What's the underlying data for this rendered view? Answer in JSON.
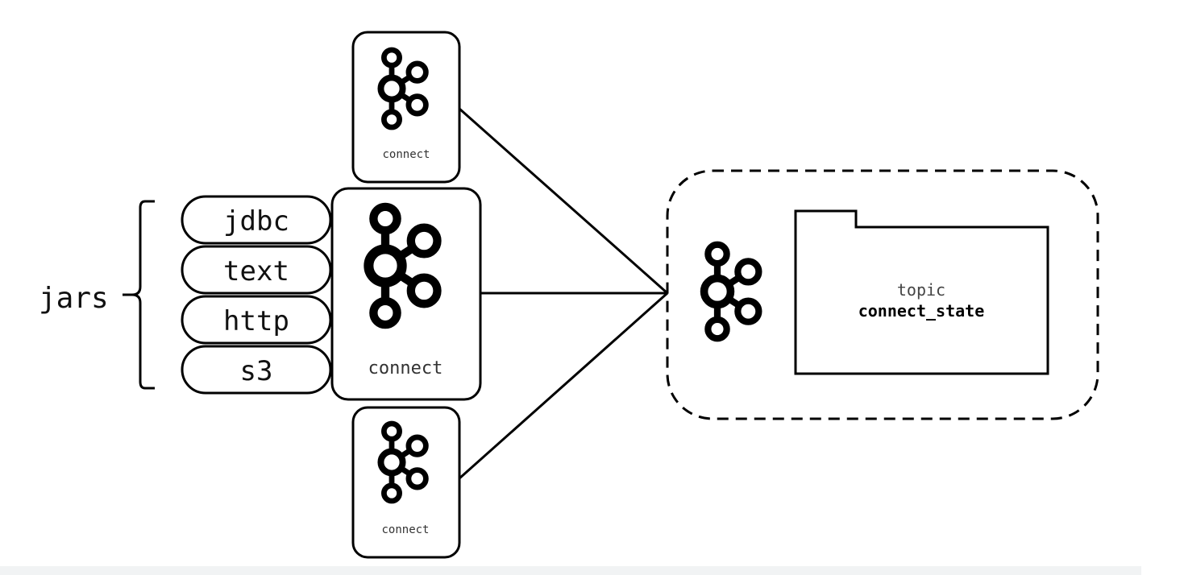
{
  "jars": {
    "label": "jars",
    "items": [
      "jdbc",
      "text",
      "http",
      "s3"
    ]
  },
  "connect_nodes": {
    "top_label": "connect",
    "main_label": "connect",
    "bottom_label": "connect"
  },
  "kafka_cluster": {
    "topic_label": "topic",
    "topic_name": "connect_state"
  },
  "icons": {
    "node_icon": "kafka-logo-icon",
    "topic_icon": "folder-icon"
  },
  "colors": {
    "stroke": "#000000",
    "background": "#ffffff",
    "bottom_strip": "#f1f3f4"
  }
}
